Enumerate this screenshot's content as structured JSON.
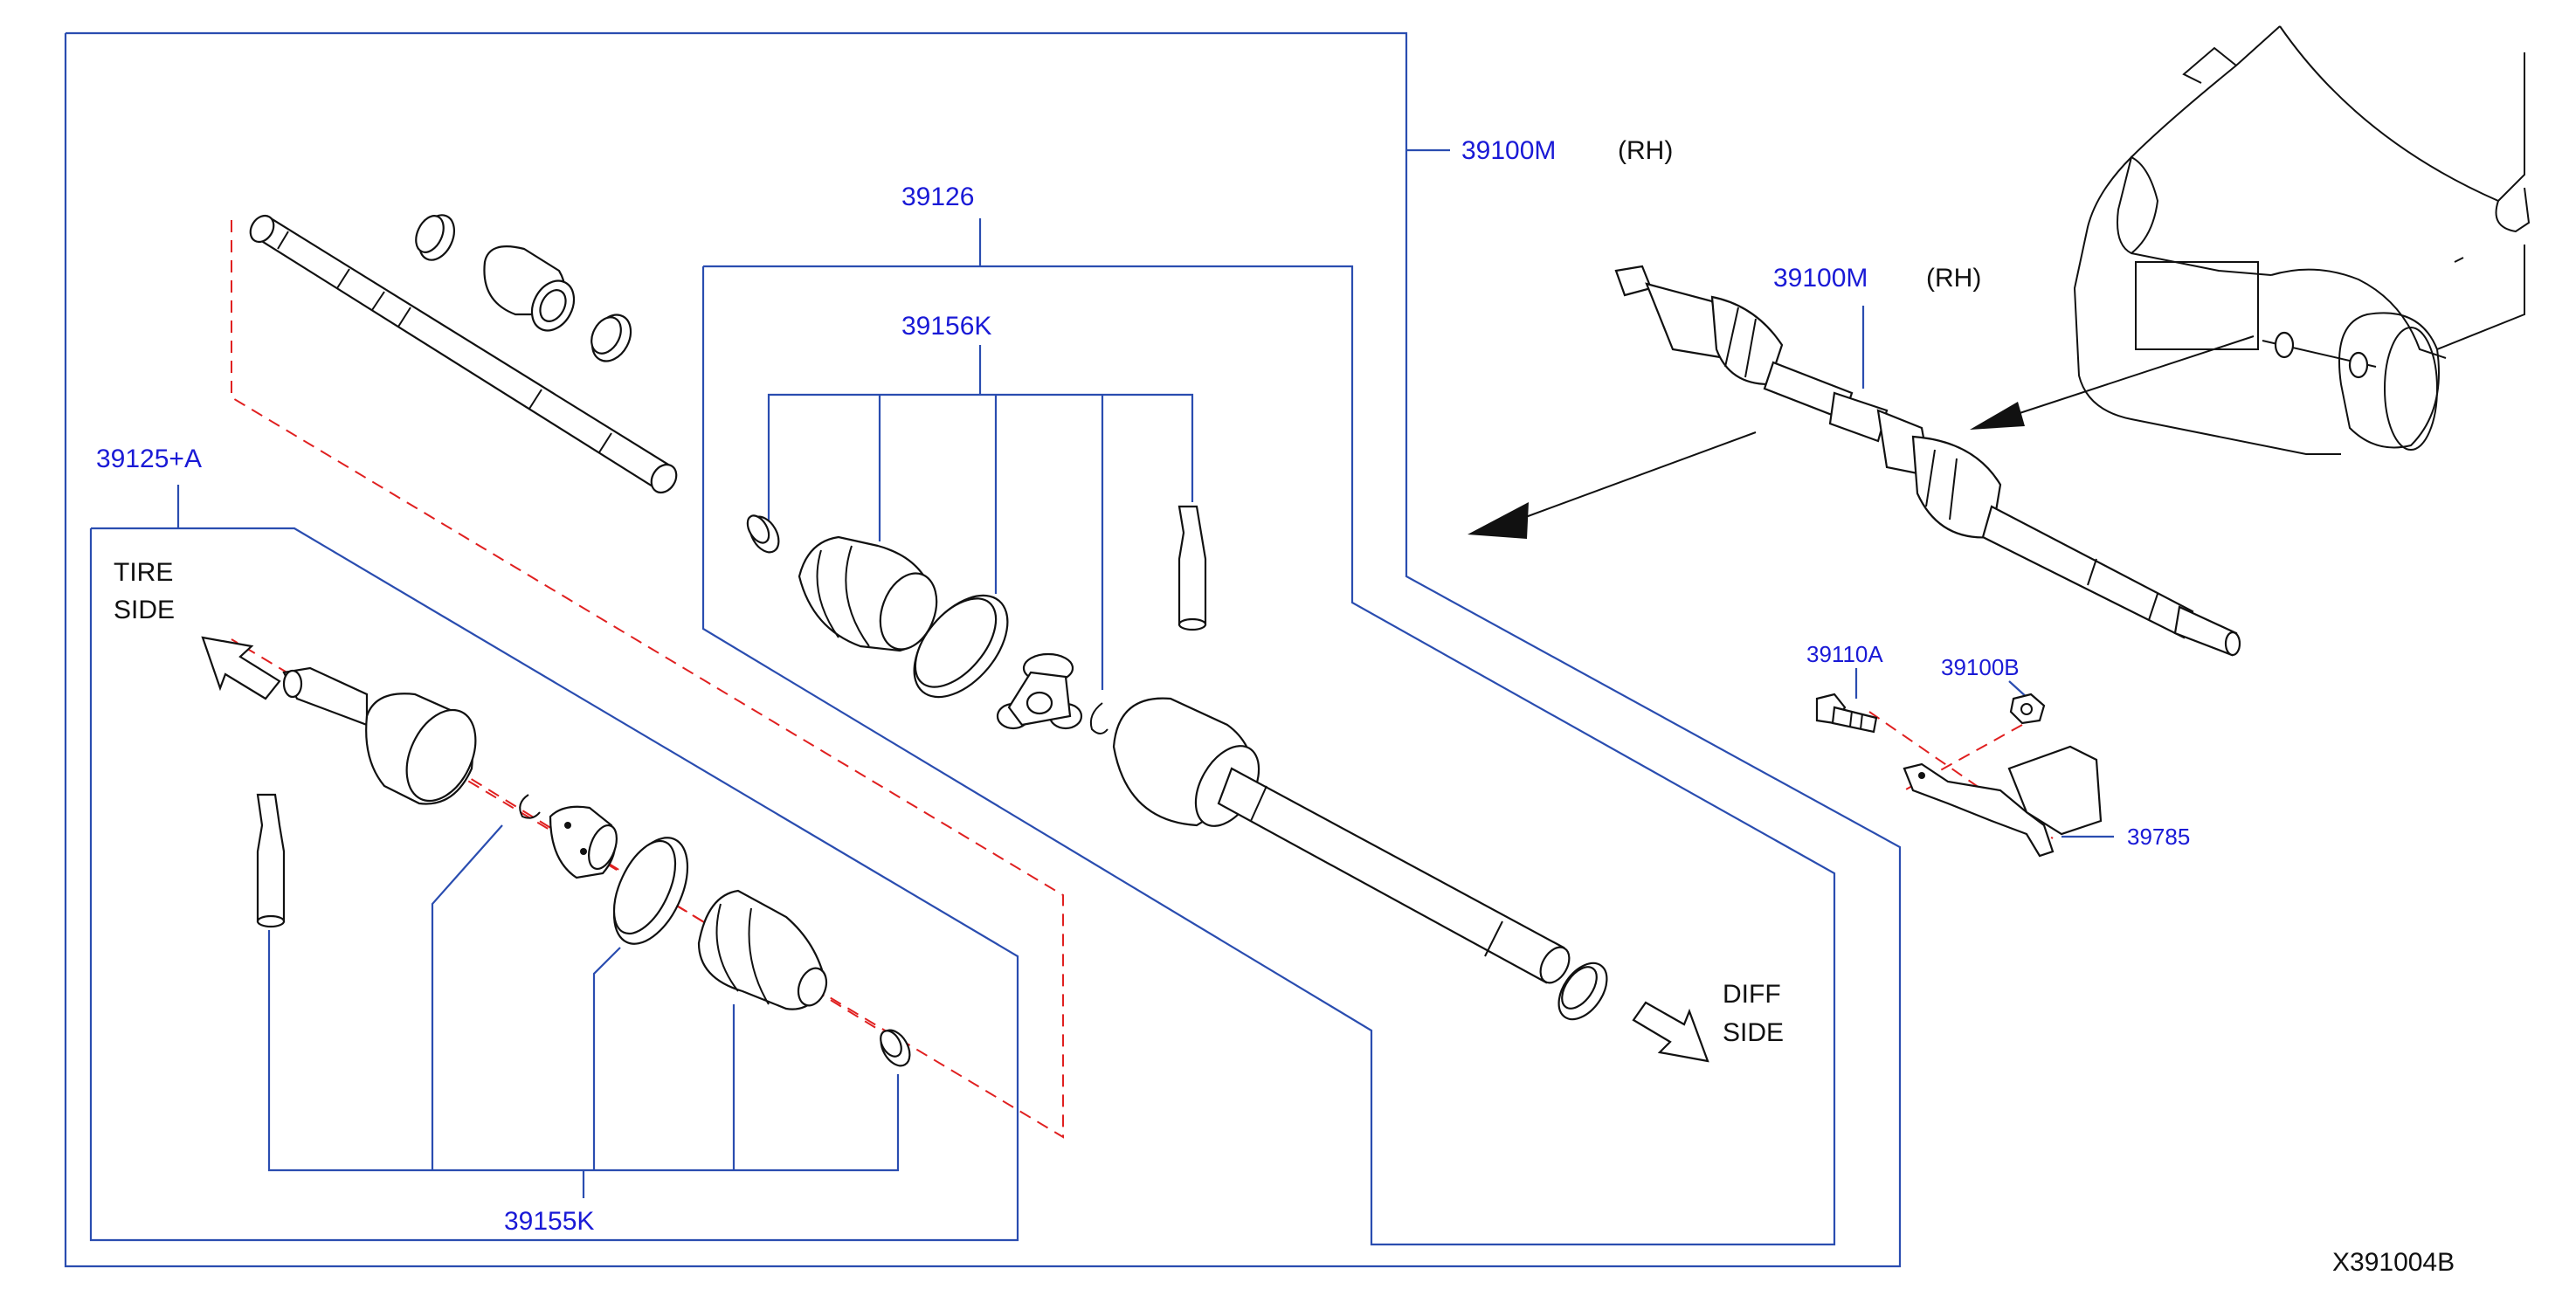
{
  "diagram": {
    "labels": {
      "assembly_main": "39100M",
      "assembly_main_side": "(RH)",
      "assembly_inset": "39100M",
      "assembly_inset_side": "(RH)",
      "inner_joint": "39126",
      "inner_boot_kit": "39156K",
      "outer_joint": "39125+A",
      "outer_boot_kit": "39155K",
      "bolt": "39110A",
      "nut": "39100B",
      "bracket": "39785",
      "tire_side_1": "TIRE",
      "tire_side_2": "SIDE",
      "diff_side_1": "DIFF",
      "diff_side_2": "SIDE",
      "figure_code": "X391004B"
    },
    "colors": {
      "callout_blue": "#2a4db0",
      "label_blue": "#1a1ad6",
      "dashed_red": "#e02020",
      "line_black": "#111111"
    }
  }
}
